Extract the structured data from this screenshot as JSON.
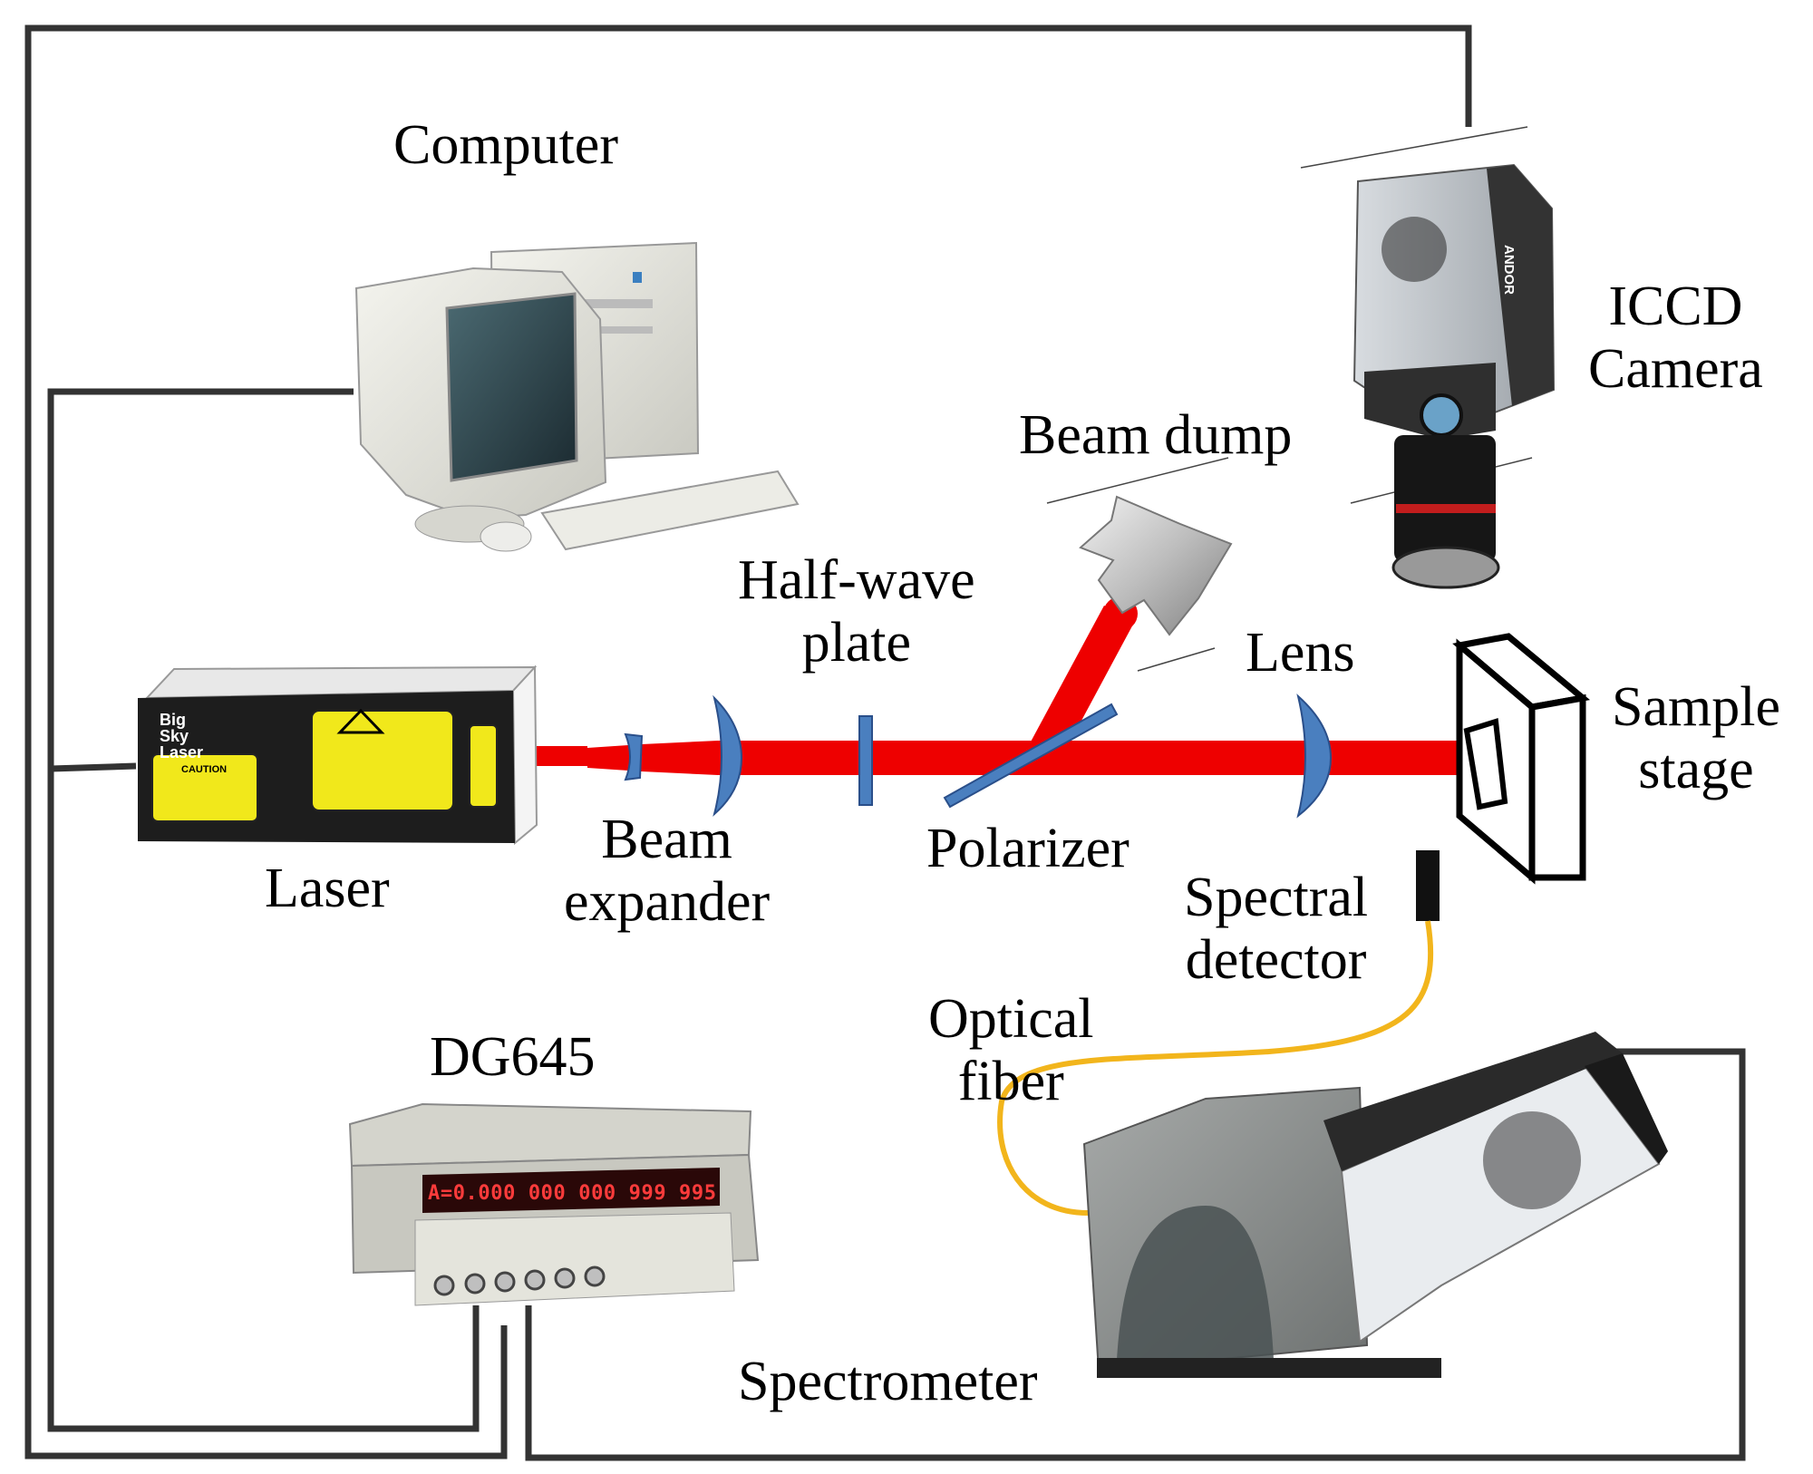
{
  "labels": {
    "computer": "Computer",
    "icd_camera_line1": "ICCD",
    "icd_camera_line2": "Camera",
    "beam_dump": "Beam dump",
    "half_wave_line1": "Half-wave",
    "half_wave_line2": "plate",
    "lens": "Lens",
    "sample_stage_line1": "Sample",
    "sample_stage_line2": "stage",
    "laser": "Laser",
    "beam_expander_line1": "Beam",
    "beam_expander_line2": "expander",
    "polarizer": "Polarizer",
    "spectral_detector_line1": "Spectral",
    "spectral_detector_line2": "detector",
    "optical_fiber_line1": "Optical",
    "optical_fiber_line2": "fiber",
    "dg645": "DG645",
    "spectrometer": "Spectrometer"
  },
  "device_text": {
    "laser_brand_line1": "Big",
    "laser_brand_line2": "Sky",
    "laser_brand_line3": "Laser",
    "laser_caution": "CAUTION",
    "camera_brand": "ANDOR",
    "delay_display": "A=0.000 000 000 999 995"
  },
  "colors": {
    "beam": "#ee0000",
    "optic": "#4a7fbf",
    "wire": "#333333",
    "fiber": "#f2b51c"
  }
}
